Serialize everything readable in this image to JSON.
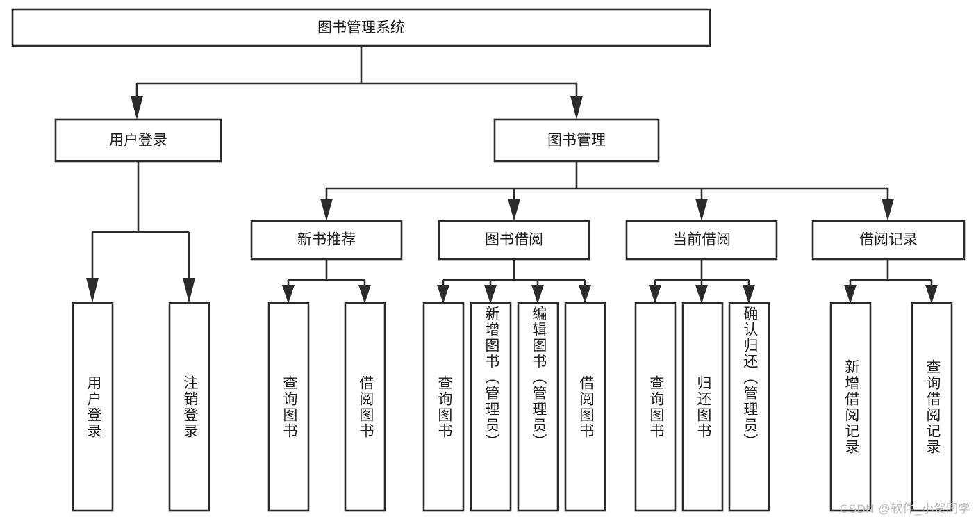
{
  "diagram": {
    "type": "hierarchy-tree",
    "title": "图书管理系统",
    "watermark": "CSDN @软件_小贺同学",
    "root": {
      "label": "图书管理系统"
    },
    "level1": [
      {
        "label": "用户登录"
      },
      {
        "label": "图书管理"
      }
    ],
    "level2": [
      {
        "label": "新书推荐"
      },
      {
        "label": "图书借阅"
      },
      {
        "label": "当前借阅"
      },
      {
        "label": "借阅记录"
      }
    ],
    "leaves": {
      "user_login": [
        {
          "label": "用户登录"
        },
        {
          "label": "注销登录"
        }
      ],
      "new_book_recommend": [
        {
          "label": "查询图书"
        },
        {
          "label": "借阅图书"
        }
      ],
      "book_borrow": [
        {
          "label": "查询图书"
        },
        {
          "label": "新增图书（管理员）"
        },
        {
          "label": "编辑图书（管理员）"
        },
        {
          "label": "借阅图书"
        }
      ],
      "current_borrow": [
        {
          "label": "查询图书"
        },
        {
          "label": "归还图书"
        },
        {
          "label": "确认归还（管理员）"
        }
      ],
      "borrow_record": [
        {
          "label": "新增借阅记录"
        },
        {
          "label": "查询借阅记录"
        }
      ]
    },
    "colors": {
      "stroke": "#2b2b2b",
      "fill": "#ffffff",
      "text": "#1c1c1c",
      "watermark": "#b9b9b9"
    }
  }
}
